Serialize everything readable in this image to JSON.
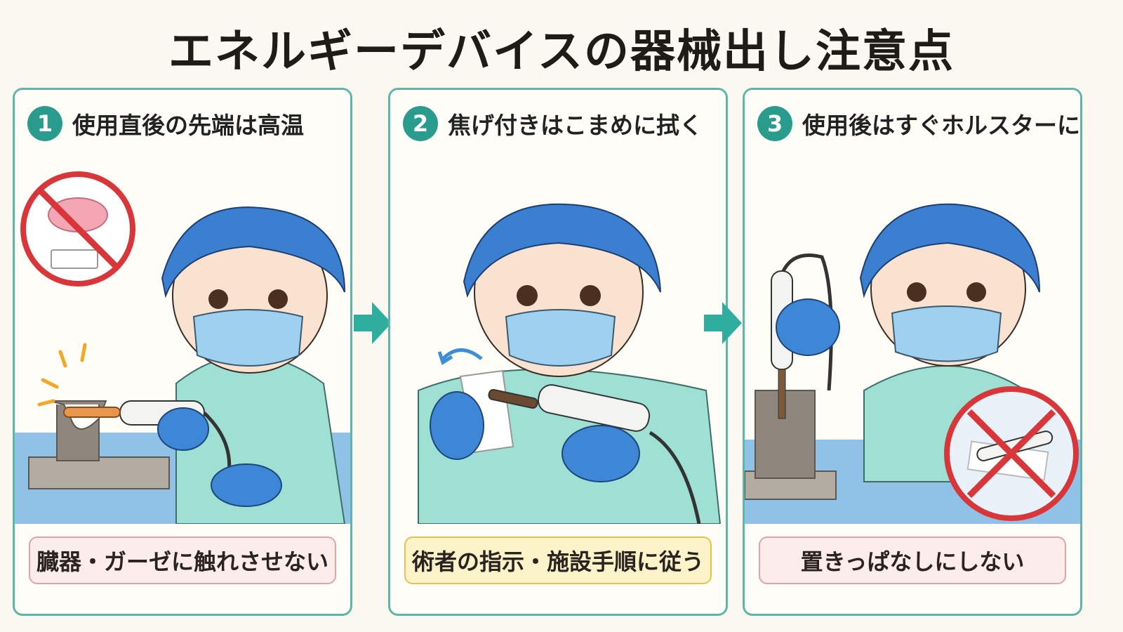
{
  "title": "エネルギーデバイスの器械出し注意点",
  "colors": {
    "accent": "#2a9c8e",
    "panel_border": "#5fb5a8",
    "prohibit_red": "#d9363a",
    "note_pink_bg": "#fcecec",
    "note_yellow_bg": "#fcf3c8"
  },
  "panels": [
    {
      "number": "1",
      "heading": "使用直後の先端は高温",
      "note": "臓器・ガーゼに触れさせない",
      "illustration": "nurse holding hot electrosurgical pencil beside holder; prohibition sign over organ and gauze"
    },
    {
      "number": "2",
      "heading": "焦げ付きはこまめに拭く",
      "note": "術者の指示・施設手順に従う",
      "illustration": "nurse wiping instrument tip with gauze"
    },
    {
      "number": "3",
      "heading": "使用後はすぐホルスターに戻す",
      "note": "置きっぱなしにしない",
      "illustration": "nurse returning pencil to holster; crossed-out pencil left on drape"
    }
  ],
  "icons": [
    "step-arrow-icon",
    "prohibition-icon",
    "cross-mark-icon",
    "heat-spark-icon",
    "wipe-arrow-icon"
  ]
}
